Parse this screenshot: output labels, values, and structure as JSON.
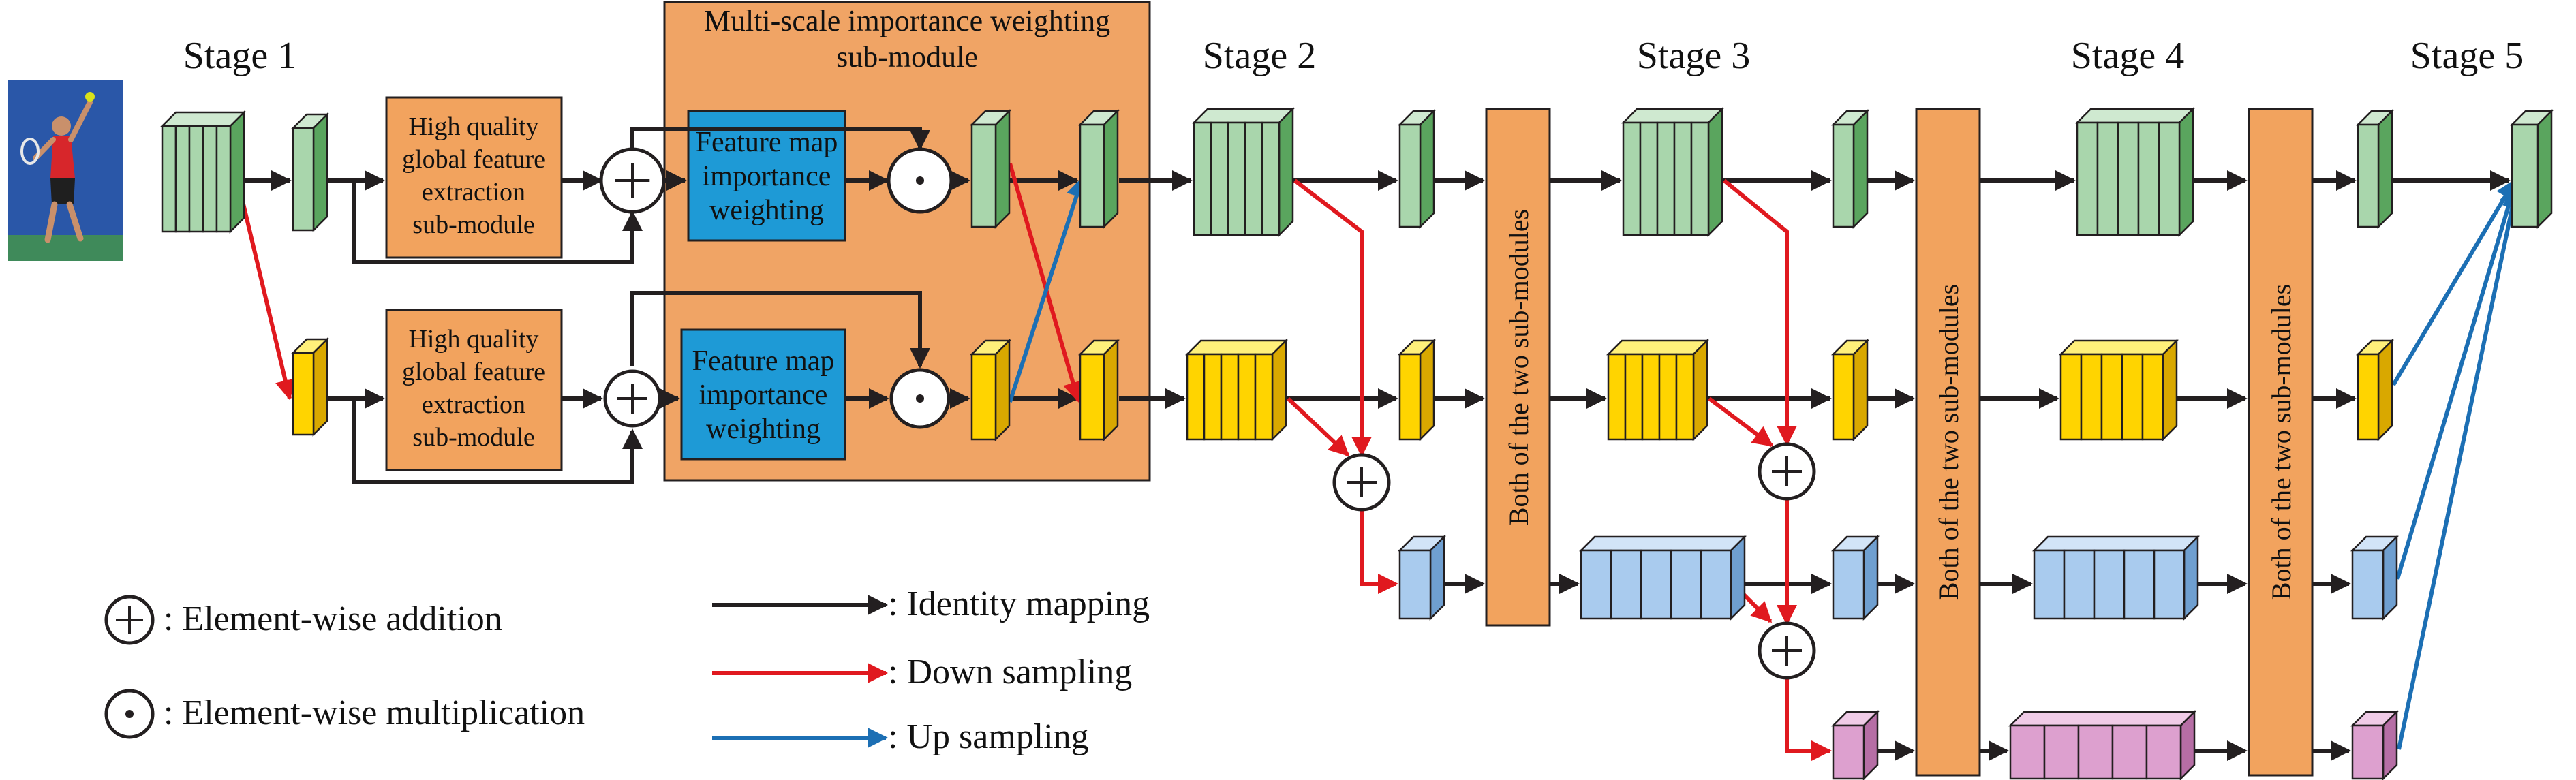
{
  "stages": [
    "Stage 1",
    "Stage 2",
    "Stage 3",
    "Stage 4",
    "Stage 5"
  ],
  "module": {
    "title_line1": "Multi-scale importance weighting",
    "title_line2": "sub-module"
  },
  "hq": {
    "line1": "High quality",
    "line2": "global feature",
    "line3": "extraction",
    "line4": "sub-module"
  },
  "fmiw": {
    "line1": "Feature map",
    "line2": "importance",
    "line3": "weighting"
  },
  "both_label": "Both of the two sub-modules",
  "legend": {
    "addition": ": Element-wise addition",
    "multiplication": ": Element-wise multiplication",
    "identity": ": Identity mapping",
    "down": ": Down sampling",
    "up": ": Up sampling"
  },
  "colors": {
    "green": "#a9d6ac",
    "yellow": "#ffd400",
    "blue": "#a9cbee",
    "pink": "#dda0cf",
    "orange": "#f2a35e",
    "module_bg": "#f0a465",
    "fmiw_bg": "#1e9ad6",
    "identity_arrow": "#231f20",
    "down_arrow": "#e0191f",
    "up_arrow": "#1c6fb4"
  },
  "icons": {
    "photo": "tennis-player-photo-icon",
    "plus": "plus-circle-icon",
    "dot": "dot-circle-icon"
  }
}
